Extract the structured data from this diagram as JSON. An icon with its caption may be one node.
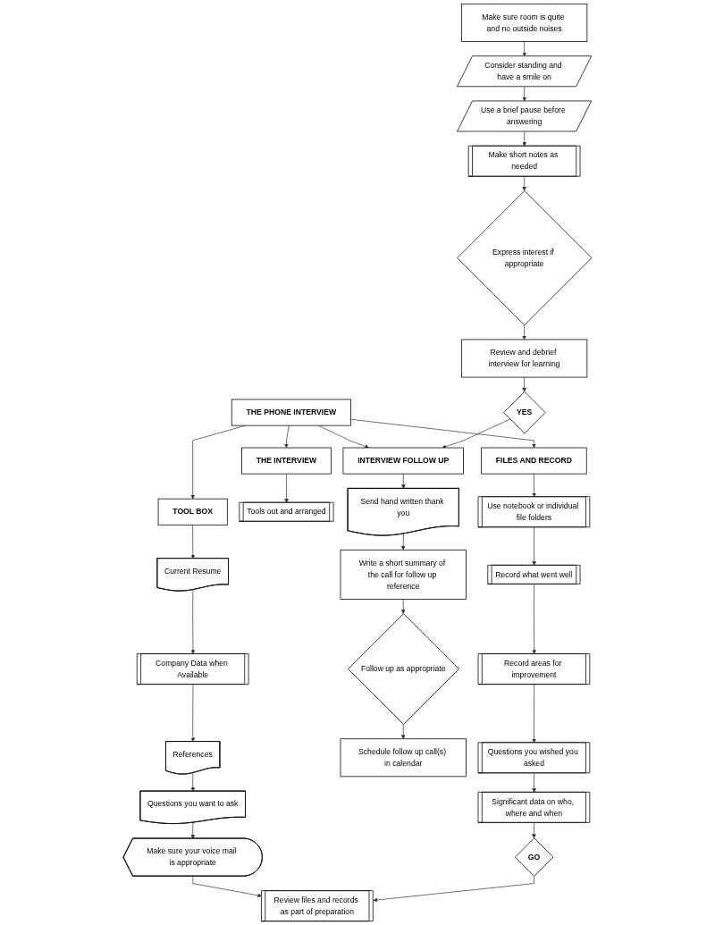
{
  "diagram": {
    "nodes": [
      {
        "text": [
          "THE PHONE INTERVIEW"
        ]
      },
      {
        "text": [
          "TOOL BOX"
        ]
      },
      {
        "text": [
          "Current Resume"
        ]
      },
      {
        "text": [
          "Company Data when Available"
        ]
      },
      {
        "text": [
          "References"
        ]
      },
      {
        "text": [
          "Questions you want to ask"
        ]
      },
      {
        "text": [
          "Make sure your voice mail is appropriate"
        ]
      },
      {
        "text": [
          "Review files and records as part of preparation"
        ]
      },
      {
        "text": [
          "THE INTERVIEW"
        ]
      },
      {
        "text": [
          "Tools out and arranged"
        ]
      },
      {
        "text": [
          "Make sure room is quite and no outside noises"
        ]
      },
      {
        "text": [
          "Consider standing and have a smile on"
        ]
      },
      {
        "text": [
          "Use a brief pause before answering"
        ]
      },
      {
        "text": [
          "Make short notes as needed"
        ]
      },
      {
        "text": [
          "Express interest if appropriate"
        ]
      },
      {
        "text": [
          "Review and debrief interview for learning"
        ]
      },
      {
        "text": [
          "YES"
        ]
      },
      {
        "text": [
          "INTERVIEW FOLLOW UP"
        ]
      },
      {
        "text": [
          "Send hand written thank you"
        ]
      },
      {
        "text": [
          "Write a short summary of the call for follow up reference"
        ]
      },
      {
        "text": [
          "Follow up as appropriate"
        ]
      },
      {
        "text": [
          "Schedule follow up call(s) in calendar"
        ]
      },
      {
        "text": [
          "FILES AND RECORD"
        ]
      },
      {
        "text": [
          "Use notebook or individual file folders"
        ]
      },
      {
        "text": [
          "Record what went well"
        ]
      },
      {
        "text": [
          "Record areas for improvement"
        ]
      },
      {
        "text": [
          "Questions you wished you asked"
        ]
      },
      {
        "text": [
          "Significant data on who, where and when"
        ]
      },
      {
        "text": [
          "GO"
        ]
      }
    ],
    "edges": [
      {
        "from": 0,
        "to": 1,
        "arrow": "to"
      },
      {
        "from": 0,
        "to": 8,
        "arrow": "to"
      },
      {
        "from": 0,
        "to": 17,
        "arrow": "to"
      },
      {
        "from": 0,
        "to": 22,
        "arrow": "to"
      },
      {
        "from": 1,
        "to": 2,
        "arrow": "to"
      },
      {
        "from": 2,
        "to": 3,
        "arrow": "to"
      },
      {
        "from": 3,
        "to": 4,
        "arrow": "to"
      },
      {
        "from": 4,
        "to": 5,
        "arrow": "to"
      },
      {
        "from": 5,
        "to": 6,
        "arrow": "to"
      },
      {
        "from": 6,
        "to": 7,
        "arrow": "to"
      },
      {
        "from": 8,
        "to": 9,
        "arrow": "to"
      },
      {
        "from": 10,
        "to": 11,
        "arrow": "to"
      },
      {
        "from": 11,
        "to": 12,
        "arrow": "to"
      },
      {
        "from": 12,
        "to": 13,
        "arrow": "to"
      },
      {
        "from": 13,
        "to": 14,
        "arrow": "to"
      },
      {
        "from": 14,
        "to": 15,
        "arrow": "to"
      },
      {
        "from": 15,
        "to": 16,
        "arrow": "to"
      },
      {
        "from": 16,
        "to": 17,
        "arrow": "to"
      },
      {
        "from": 17,
        "to": 18,
        "arrow": "to"
      },
      {
        "from": 18,
        "to": 19,
        "arrow": "to"
      },
      {
        "from": 19,
        "to": 20,
        "arrow": "to"
      },
      {
        "from": 20,
        "to": 21,
        "arrow": "to"
      },
      {
        "from": 22,
        "to": 23,
        "arrow": "to"
      },
      {
        "from": 23,
        "to": 24,
        "arrow": "to"
      },
      {
        "from": 24,
        "to": 25,
        "arrow": "to"
      },
      {
        "from": 25,
        "to": 26,
        "arrow": "to"
      },
      {
        "from": 26,
        "to": 27,
        "arrow": "to"
      },
      {
        "from": 27,
        "to": 28,
        "arrow": "to"
      },
      {
        "from": 28,
        "to": 7,
        "arrow": "to"
      }
    ]
  }
}
